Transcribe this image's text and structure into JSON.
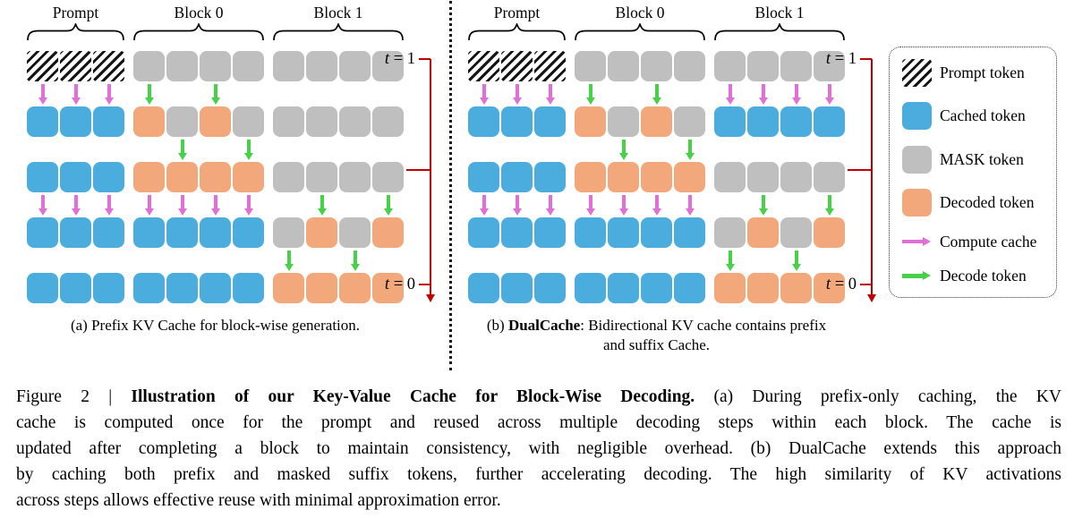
{
  "figure": {
    "panels": [
      {
        "id": "a",
        "column_labels": [
          "Prompt",
          "Block 0",
          "Block 1"
        ],
        "time_top": "t = 1",
        "time_bottom": "t = 0",
        "rows": [
          "PPPMMMMMMMM",
          "CCCDMDMMMMM",
          "CCCDDDDMMMM",
          "CCCCCCCMDMD",
          "CCCCCCCDDDD"
        ],
        "arrows": [
          "mmmg.g.....",
          "....g.g....",
          "mmmmmmm.g.g",
          ".......g.g."
        ],
        "caption_lines": [
          [
            {
              "text": "(a)  Prefix KV Cache for block-wise generation.",
              "bold": false
            }
          ]
        ]
      },
      {
        "id": "b",
        "column_labels": [
          "Prompt",
          "Block 0",
          "Block 1"
        ],
        "time_top": "t = 1",
        "time_bottom": "t = 0",
        "rows": [
          "PPPMMMMMMMM",
          "CCCDMDMCCCC",
          "CCCDDDDMMMM",
          "CCCCCCCMDMD",
          "CCCCCCCDDDD"
        ],
        "arrows": [
          "mmmg.g.mmmm",
          "....g.g....",
          "mmmmmmm.g.g",
          ".......g.g."
        ],
        "caption_lines": [
          [
            {
              "text": "(b) ",
              "bold": false
            },
            {
              "text": "DualCache",
              "bold": true
            },
            {
              "text": ": Bidirectional KV cache contains prefix",
              "bold": false
            }
          ],
          [
            {
              "text": "and suffix Cache.",
              "bold": false
            }
          ]
        ]
      }
    ],
    "token_types": {
      "P": "prompt-token",
      "C": "cached-token",
      "M": "mask-token",
      "D": "decoded-token"
    },
    "legend": {
      "items": [
        {
          "type": "prompt",
          "label": "Prompt token"
        },
        {
          "type": "cached",
          "label": "Cached token"
        },
        {
          "type": "mask",
          "label": "MASK token"
        },
        {
          "type": "decoded",
          "label": "Decoded token"
        },
        {
          "type": "compute-arrow",
          "label": "Compute cache"
        },
        {
          "type": "decode-arrow",
          "label": "Decode token"
        }
      ]
    },
    "colors": {
      "cached": "#4badde",
      "mask": "#bfbfbf",
      "decoded": "#f3a87c",
      "compute": "#e26fd8",
      "decode": "#47d147",
      "timeline": "#c00000",
      "hatch": "#141414"
    }
  },
  "caption": {
    "lines": [
      [
        {
          "text": "Figure 2 | ",
          "bold": false
        },
        {
          "text": "Illustration of our Key-Value Cache for Block-Wise Decoding.",
          "bold": true
        },
        {
          "text": " (a) During prefix-only caching, the KV",
          "bold": false
        }
      ],
      [
        {
          "text": "cache is computed once for the prompt and reused across multiple decoding steps within each block.  The cache is",
          "bold": false
        }
      ],
      [
        {
          "text": "updated after completing a block to maintain consistency, with negligible overhead. (b) DualCache extends this approach",
          "bold": false
        }
      ],
      [
        {
          "text": "by caching both prefix and masked suffix tokens, further accelerating decoding. The high similarity of KV activations",
          "bold": false
        }
      ],
      [
        {
          "text": "across steps allows effective reuse with minimal approximation error.",
          "bold": false
        }
      ]
    ]
  }
}
